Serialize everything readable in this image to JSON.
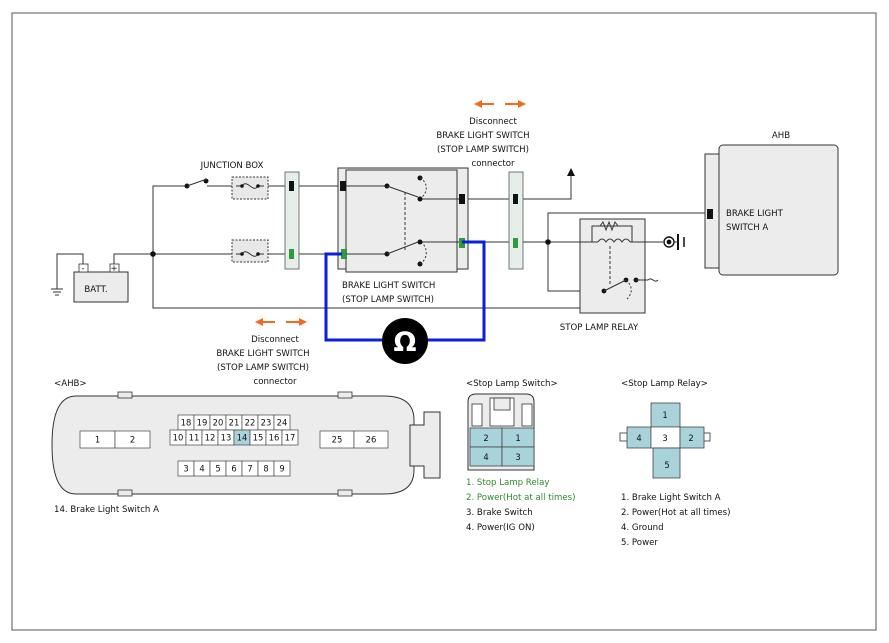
{
  "labels": {
    "junction_box": "JUNCTION BOX",
    "batt": "BATT.",
    "batt_minus": "-",
    "batt_plus": "+",
    "ahb": "AHB",
    "ahb_pin": "BRAKE LIGHT",
    "ahb_pin2": "SWITCH A",
    "switch_line1": "BRAKE LIGHT SWITCH",
    "switch_line2": "(STOP LAMP SWITCH)",
    "relay": "STOP LAMP RELAY",
    "ohm": "Ω",
    "disc_top": [
      "Disconnect",
      "BRAKE LIGHT SWITCH",
      "(STOP LAMP SWITCH)",
      "connector"
    ],
    "disc_bottom": [
      "Disconnect",
      "BRAKE LIGHT SWITCH",
      "(STOP LAMP SWITCH)",
      "connector"
    ]
  },
  "connectors": {
    "ahb": {
      "title": "<AHB>",
      "pins_left": [
        "1",
        "2"
      ],
      "pins_top": [
        "18",
        "19",
        "20",
        "21",
        "22",
        "23",
        "24"
      ],
      "pins_mid": [
        "10",
        "11",
        "12",
        "13",
        "14",
        "15",
        "16",
        "17"
      ],
      "pins_bottom": [
        "3",
        "4",
        "5",
        "6",
        "7",
        "8",
        "9"
      ],
      "pins_right": [
        "25",
        "26"
      ],
      "highlight_pin": "14",
      "highlight_color": "#a9d3da",
      "legend": [
        "14.  Brake Light Switch A"
      ]
    },
    "stop_lamp_switch": {
      "title": "<Stop Lamp Switch>",
      "pins": [
        "2",
        "1",
        "4",
        "3"
      ],
      "legend": [
        "1. Stop Lamp Relay",
        "2. Power(Hot at all times)",
        "3.  Brake Switch",
        "4. Power(IG ON)"
      ],
      "legend_green": [
        true,
        true,
        false,
        false
      ],
      "legend_color": "#2e8b2e"
    },
    "stop_lamp_relay": {
      "title": "<Stop Lamp Relay>",
      "pins": [
        "1",
        "4",
        "3",
        "2",
        "5"
      ],
      "legend": [
        "1.  Brake Light Switch A",
        "2. Power(Hot at all times)",
        "4. Ground",
        "5. Power"
      ]
    }
  },
  "colors": {
    "meter_wire": "#0a1fd8",
    "disconnect_arrow": "#f26a1b",
    "active_pin": "#2e9c3a"
  }
}
